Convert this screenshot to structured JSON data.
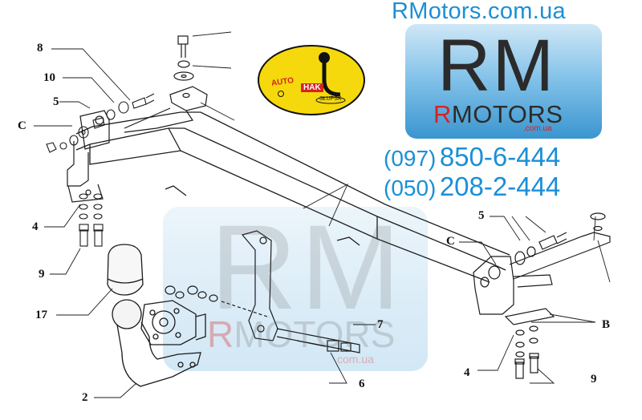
{
  "site_title": "RMotors.com.ua",
  "logo": {
    "rm": "RM",
    "rmotors_r": "R",
    "rmotors_rest": "MOTORS",
    "url": ".com.ua"
  },
  "brand_badge": {
    "left": "AUTO",
    "center": "HAK",
    "bottom": "SŁUPSK",
    "colors": {
      "fill": "#f6d90c",
      "red": "#d42323"
    }
  },
  "phones": [
    {
      "code": "(097)",
      "number": "850-6-444"
    },
    {
      "code": "(050)",
      "number": "208-2-444"
    }
  ],
  "watermark": {
    "rm": "RM",
    "rmotors_r": "R",
    "rmotors_rest": "MOTORS",
    "url": "com.ua"
  },
  "callouts": {
    "c8": "8",
    "c10": "10",
    "c5_left": "5",
    "c_left": "C",
    "c4_left": "4",
    "c9_left": "9",
    "c17": "17",
    "c2": "2",
    "c5_right": "5",
    "c_right": "C",
    "c7": "7",
    "c6": "6",
    "cB": "B",
    "c4_right": "4",
    "c9_right": "9"
  },
  "colors": {
    "accent": "#1b8fd6",
    "brand_red": "#d42323"
  }
}
